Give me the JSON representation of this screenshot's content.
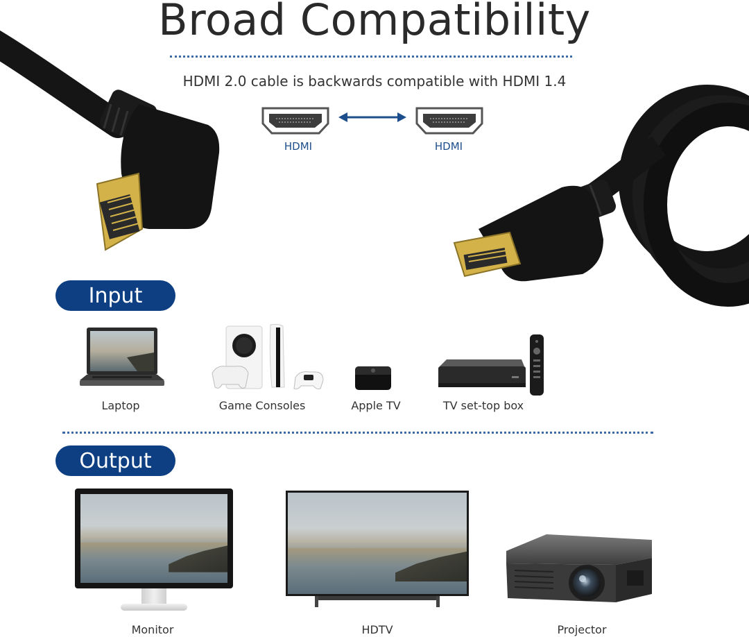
{
  "header": {
    "title": "Broad Compatibility",
    "subtitle": "HDMI 2.0 cable is backwards compatible with HDMI 1.4",
    "port_left_label": "HDMI",
    "port_right_label": "HDMI"
  },
  "input_section": {
    "label": "Input",
    "devices": [
      {
        "label": "Laptop",
        "icon": "laptop-icon"
      },
      {
        "label": "Game Consoles",
        "icon": "game-console-icon"
      },
      {
        "label": "Apple TV",
        "icon": "apple-tv-icon"
      },
      {
        "label": "TV set-top box",
        "icon": "set-top-box-icon"
      }
    ]
  },
  "output_section": {
    "label": "Output",
    "devices": [
      {
        "label": "Monitor",
        "icon": "monitor-icon"
      },
      {
        "label": "HDTV",
        "icon": "hdtv-icon"
      },
      {
        "label": "Projector",
        "icon": "projector-icon"
      }
    ]
  },
  "colors": {
    "accent_blue": "#0d3f82",
    "dotted_line": "#3b6aa8",
    "port_label": "#1c4e8c",
    "gold_connector": "#d4b24a"
  }
}
